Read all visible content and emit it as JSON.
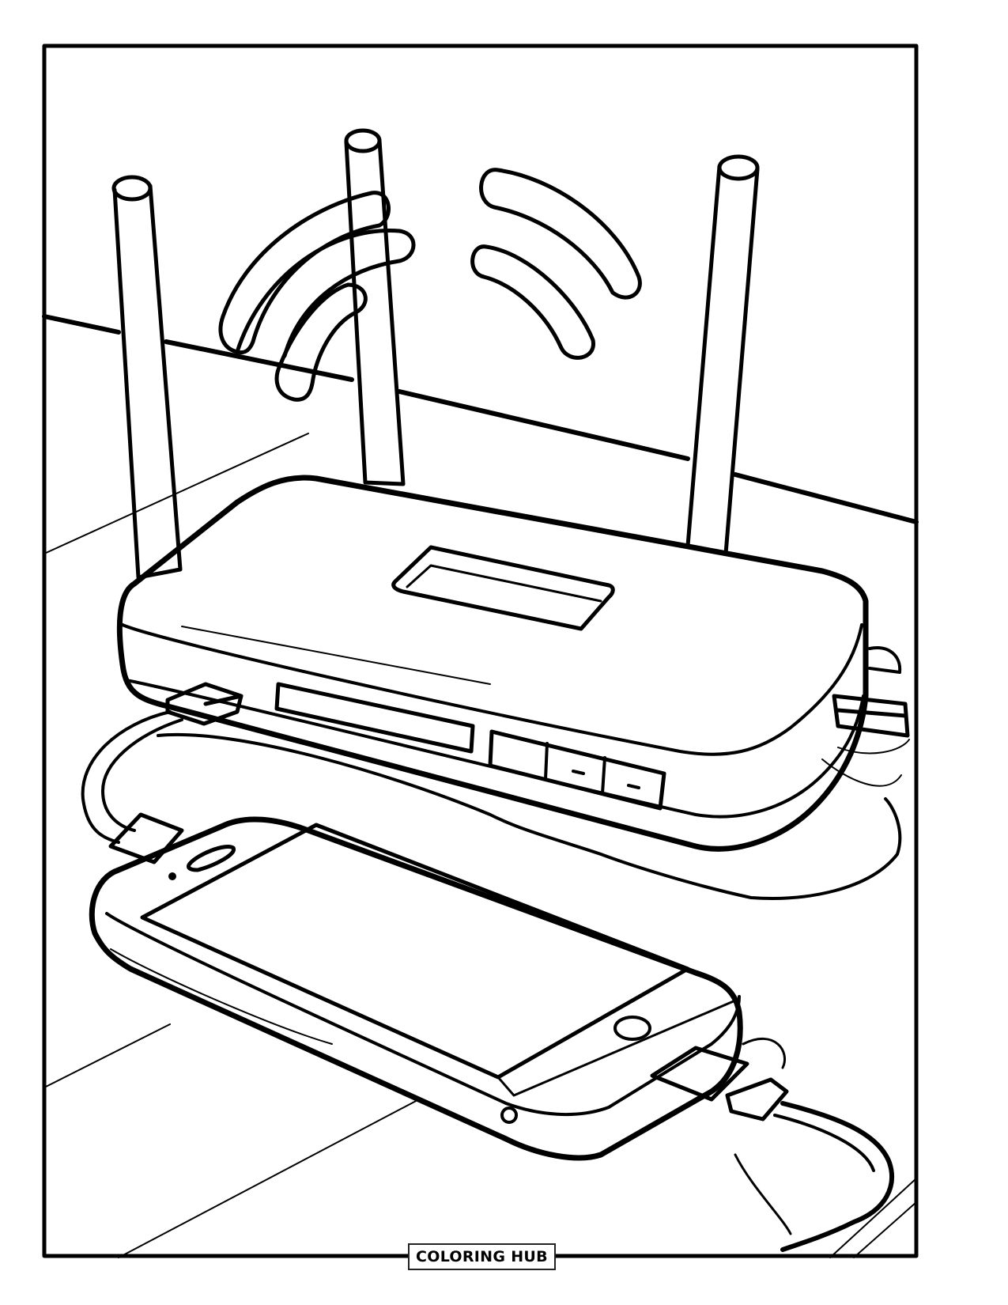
{
  "page": {
    "type": "coloring-page",
    "subject": "wifi router with antennas and smartphone charging",
    "background_color": "#ffffff",
    "line_color": "#000000"
  },
  "footer": {
    "brand_label": "COLORING HUB"
  }
}
